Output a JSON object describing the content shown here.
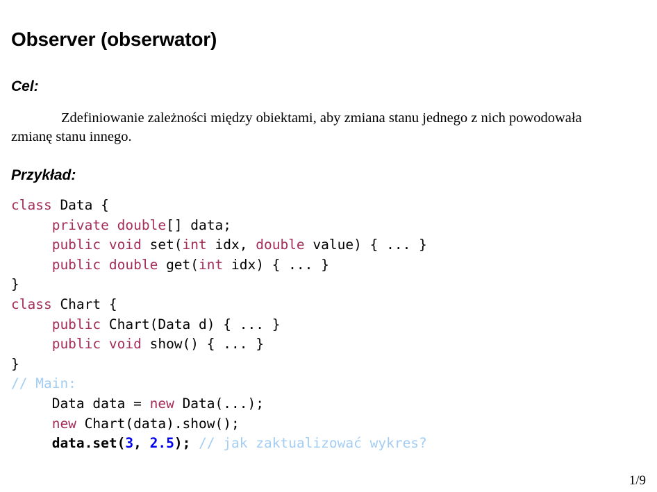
{
  "slide": {
    "title": "Observer (obserwator)",
    "page_number": "1/9",
    "background_color": "#ffffff",
    "sections": {
      "goal_heading": "Cel:",
      "goal_text": "Zdefiniowanie zależności między obiektami, aby zmiana stanu jednego z nich powodowała zmianę stanu innego.",
      "example_heading": "Przykład:"
    }
  },
  "code": {
    "language": "java",
    "colors": {
      "keyword": "#A32C58",
      "comment": "#A3CDF2",
      "number": "#0000EE",
      "plain": "#000000"
    },
    "lines": [
      {
        "id": "line-1",
        "tokens": [
          {
            "t": "class",
            "c": "kw"
          },
          {
            "t": " Data {",
            "c": "plain"
          }
        ]
      },
      {
        "id": "line-2",
        "tokens": [
          {
            "t": "     ",
            "c": "plain"
          },
          {
            "t": "private double",
            "c": "kw"
          },
          {
            "t": "[] data;",
            "c": "plain"
          }
        ]
      },
      {
        "id": "line-3",
        "tokens": [
          {
            "t": "     ",
            "c": "plain"
          },
          {
            "t": "public void",
            "c": "kw"
          },
          {
            "t": " set(",
            "c": "plain"
          },
          {
            "t": "int",
            "c": "kw"
          },
          {
            "t": " idx, ",
            "c": "plain"
          },
          {
            "t": "double",
            "c": "kw"
          },
          {
            "t": " value) { ... }",
            "c": "plain"
          }
        ]
      },
      {
        "id": "line-4",
        "tokens": [
          {
            "t": "     ",
            "c": "plain"
          },
          {
            "t": "public double",
            "c": "kw"
          },
          {
            "t": " get(",
            "c": "plain"
          },
          {
            "t": "int",
            "c": "kw"
          },
          {
            "t": " idx) { ... }",
            "c": "plain"
          }
        ]
      },
      {
        "id": "line-5",
        "tokens": [
          {
            "t": "}",
            "c": "plain"
          }
        ]
      },
      {
        "id": "line-6",
        "tokens": [
          {
            "t": "class",
            "c": "kw"
          },
          {
            "t": " Chart {",
            "c": "plain"
          }
        ]
      },
      {
        "id": "line-7",
        "tokens": [
          {
            "t": "     ",
            "c": "plain"
          },
          {
            "t": "public",
            "c": "kw"
          },
          {
            "t": " Chart(Data d) { ... }",
            "c": "plain"
          }
        ]
      },
      {
        "id": "line-8",
        "tokens": [
          {
            "t": "     ",
            "c": "plain"
          },
          {
            "t": "public void",
            "c": "kw"
          },
          {
            "t": " show() { ... }",
            "c": "plain"
          }
        ]
      },
      {
        "id": "line-9",
        "tokens": [
          {
            "t": "}",
            "c": "plain"
          }
        ]
      },
      {
        "id": "line-10",
        "tokens": [
          {
            "t": "// Main:",
            "c": "cmt"
          }
        ]
      },
      {
        "id": "line-11",
        "tokens": [
          {
            "t": "     Data data = ",
            "c": "plain"
          },
          {
            "t": "new",
            "c": "kw"
          },
          {
            "t": " Data(...);",
            "c": "plain"
          }
        ]
      },
      {
        "id": "line-12",
        "tokens": [
          {
            "t": "     ",
            "c": "plain"
          },
          {
            "t": "new",
            "c": "kw"
          },
          {
            "t": " Chart(data).show();",
            "c": "plain"
          }
        ]
      },
      {
        "id": "line-13",
        "tokens": [
          {
            "t": "     ",
            "c": "plain"
          },
          {
            "t": "data.set(",
            "c": "bold"
          },
          {
            "t": "3",
            "c": "num"
          },
          {
            "t": ", ",
            "c": "bold"
          },
          {
            "t": "2.5",
            "c": "num"
          },
          {
            "t": ");",
            "c": "bold"
          },
          {
            "t": " // jak zaktualizować wykres?",
            "c": "cmt"
          }
        ]
      }
    ]
  }
}
